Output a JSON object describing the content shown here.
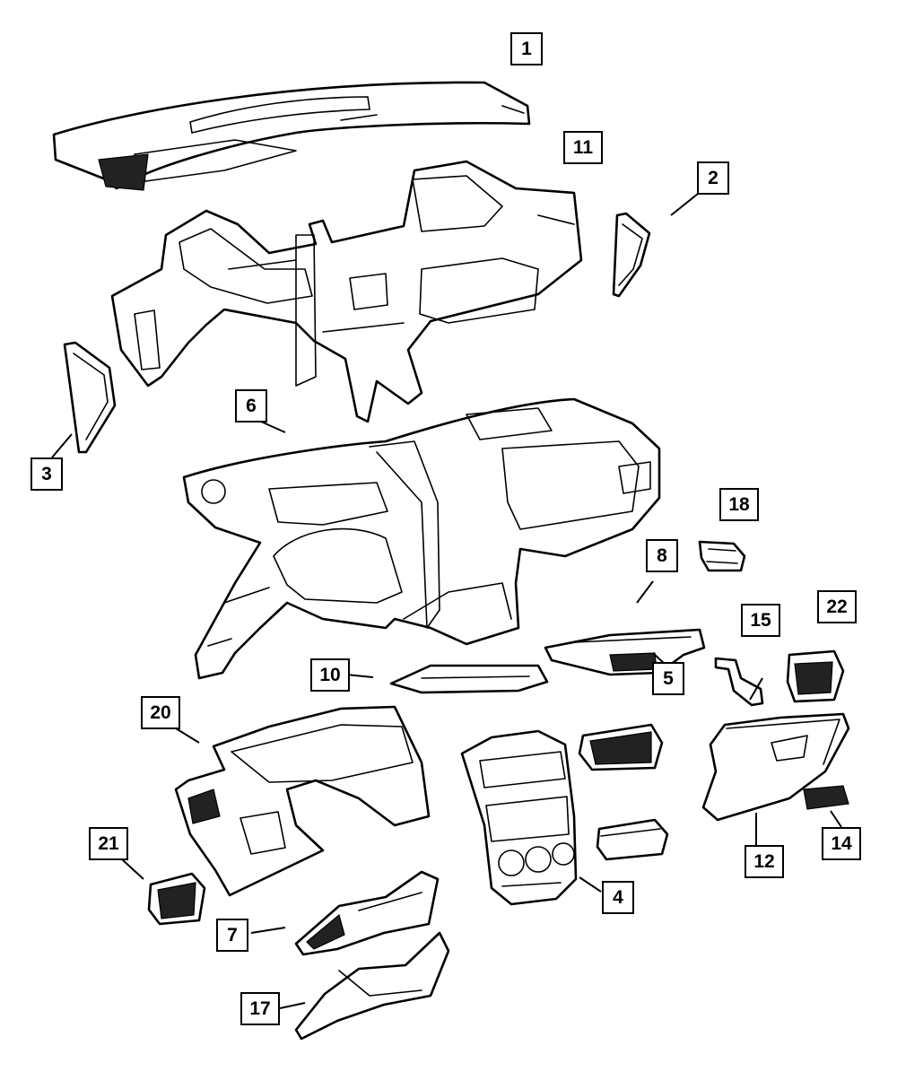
{
  "callouts": [
    {
      "num": "1"
    },
    {
      "num": "2"
    },
    {
      "num": "3"
    },
    {
      "num": "4"
    },
    {
      "num": "5"
    },
    {
      "num": "6"
    },
    {
      "num": "7"
    },
    {
      "num": "8"
    },
    {
      "num": "10"
    },
    {
      "num": "11"
    },
    {
      "num": "12"
    },
    {
      "num": "14"
    },
    {
      "num": "15"
    },
    {
      "num": "17"
    },
    {
      "num": "18"
    },
    {
      "num": "20"
    },
    {
      "num": "21"
    },
    {
      "num": "22"
    }
  ]
}
